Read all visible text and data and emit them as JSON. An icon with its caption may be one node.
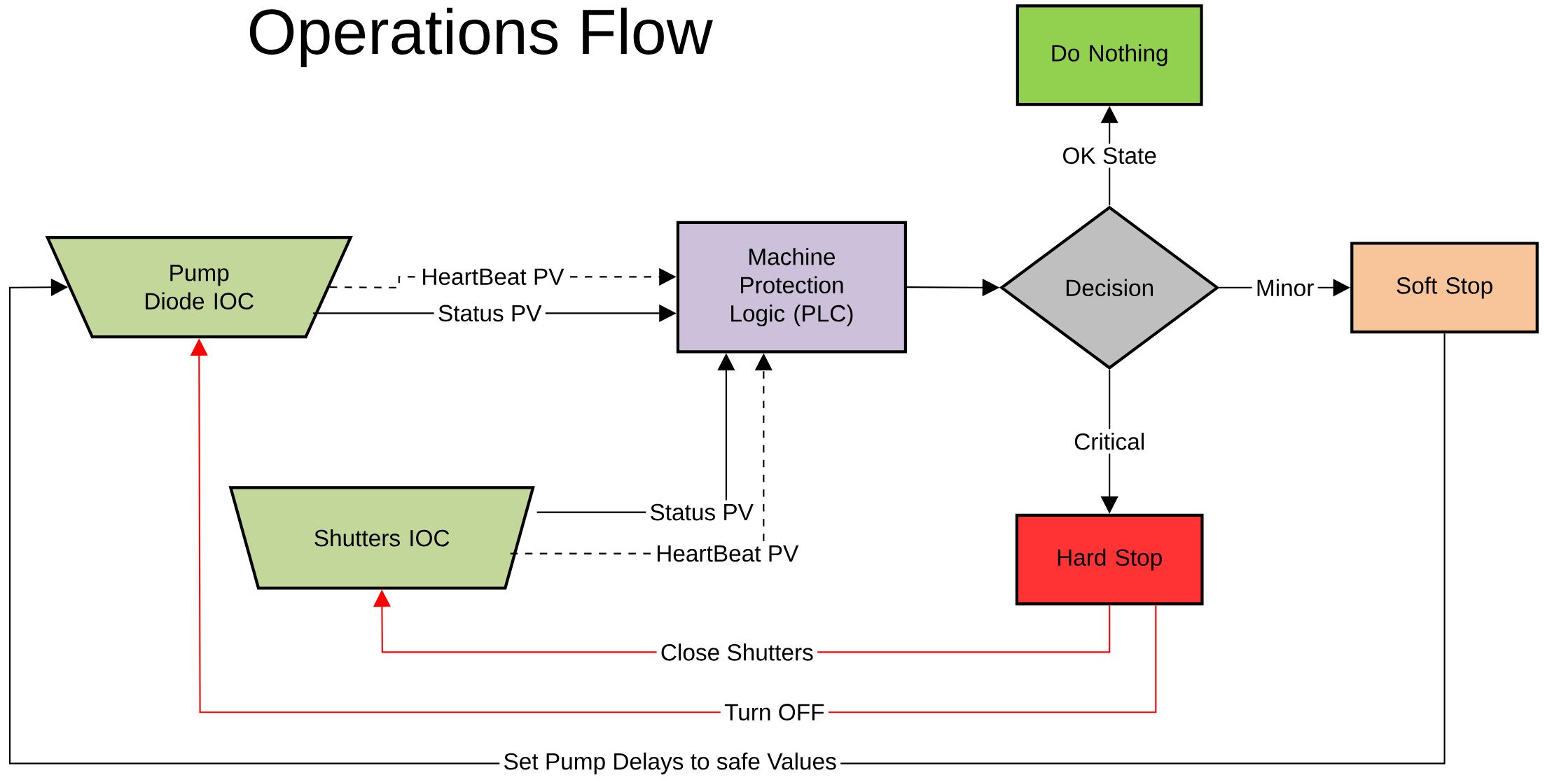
{
  "diagram": {
    "title": "Operations Flow",
    "nodes": [
      {
        "text": [
          "Pump Diode IOC"
        ]
      },
      {
        "text": [
          "Machine Protection Logic (PLC)"
        ]
      },
      {
        "text": [
          "Decision"
        ]
      },
      {
        "text": [
          "Do Nothing"
        ]
      },
      {
        "text": [
          "Soft Stop"
        ]
      },
      {
        "text": [
          "Hard Stop"
        ]
      },
      {
        "text": [
          "Shutters IOC"
        ]
      }
    ],
    "edges": [
      {
        "from": 0,
        "to": 1,
        "arrow": "to",
        "label": "HeartBeat PV",
        "style": "dashed"
      },
      {
        "from": 0,
        "to": 1,
        "arrow": "to",
        "label": "Status PV"
      },
      {
        "from": 6,
        "to": 1,
        "arrow": "to",
        "label": "Status PV"
      },
      {
        "from": 6,
        "to": 1,
        "arrow": "to",
        "label": "HeartBeat PV",
        "style": "dashed"
      },
      {
        "from": 1,
        "to": 2,
        "arrow": "to"
      },
      {
        "from": 2,
        "to": 3,
        "arrow": "to",
        "label": "OK State"
      },
      {
        "from": 2,
        "to": 4,
        "arrow": "to",
        "label": "Minor"
      },
      {
        "from": 2,
        "to": 5,
        "arrow": "to",
        "label": "Critical"
      },
      {
        "from": 5,
        "to": 6,
        "arrow": "to",
        "label": "Close Shutters",
        "color": "#ff0000"
      },
      {
        "from": 5,
        "to": 0,
        "arrow": "to",
        "label": "Turn OFF",
        "color": "#ff0000"
      },
      {
        "from": 4,
        "to": 0,
        "arrow": "to",
        "label": "Set Pump Delays to safe Values"
      }
    ]
  }
}
